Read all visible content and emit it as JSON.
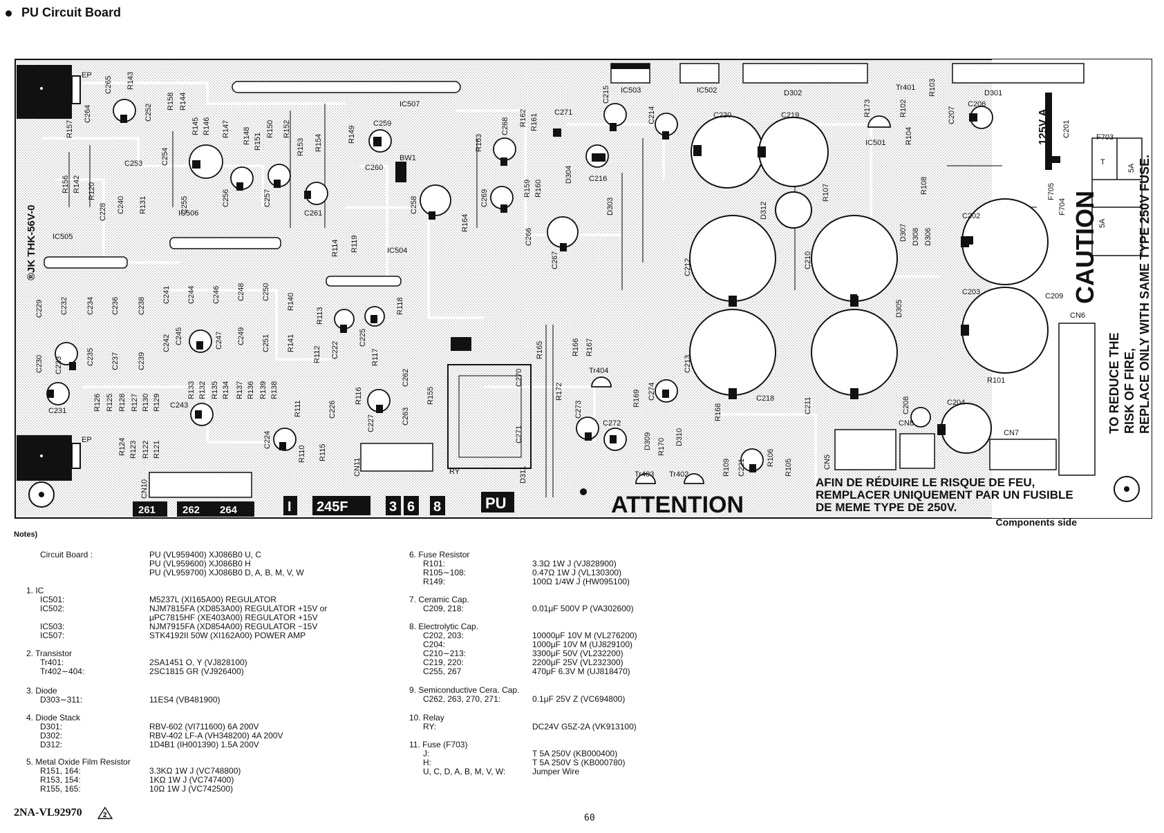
{
  "title": "PU Circuit Board",
  "board": {
    "ep_top": "EP",
    "ep_bottom": "EP",
    "board_code": "®JK THK-56V-0",
    "caution": "CAUTION",
    "warning_en_1": "TO REDUCE THE",
    "warning_en_2": "RISK OF FIRE,",
    "warning_en_3": "REPLACE ONLY WITH SAME TYPE 250V FUSE.",
    "warning_fr_1": "AFIN DE RÉDUIRE LE RISQUE DE FEU,",
    "warning_fr_2": "REMPLACER UNIQUEMENT PAR UN FUSIBLE",
    "warning_fr_3": "DE MEME TYPE DE 250V.",
    "attention": "ATTENTION",
    "fuse_rating": "125V A",
    "fuse_t": "T",
    "fuse_5a_1": "5A",
    "fuse_5a_2": "5A",
    "codes": [
      "261",
      "262",
      "264",
      "I",
      "245F",
      "3",
      "6",
      "8",
      "PU"
    ],
    "labels": [
      "IC507",
      "IC503",
      "IC502",
      "D302",
      "D301",
      "Tr401",
      "R173",
      "R102",
      "R103",
      "C206",
      "C271",
      "C215",
      "C214",
      "C220",
      "C219",
      "C207",
      "C201",
      "F703",
      "R143",
      "C265",
      "C264",
      "C252",
      "R158",
      "R144",
      "R157",
      "R145",
      "R146",
      "R147",
      "R148",
      "R150",
      "R151",
      "R152",
      "R153",
      "R154",
      "R149",
      "C259",
      "C268",
      "R162",
      "R161",
      "R163",
      "IC501",
      "R104",
      "C253",
      "C254",
      "C255",
      "C256",
      "C257",
      "C261",
      "C260",
      "BW1",
      "C258",
      "C269",
      "R159",
      "R160",
      "C216",
      "D304",
      "D303",
      "D312",
      "R107",
      "R108",
      "F705",
      "F704",
      "R156",
      "R142",
      "R120",
      "C228",
      "C240",
      "R131",
      "IC506",
      "IC505",
      "R164",
      "C266",
      "C267",
      "C212",
      "C210",
      "D307",
      "D308",
      "D306",
      "C202",
      "IC504",
      "R114",
      "R119",
      "C229",
      "C232",
      "C234",
      "C236",
      "C238",
      "C241",
      "C244",
      "C246",
      "C248",
      "C250",
      "R140",
      "R118",
      "R113",
      "D305",
      "C209",
      "C203",
      "CN6",
      "C230",
      "C233",
      "C235",
      "C237",
      "C239",
      "C242",
      "C245",
      "C247",
      "C249",
      "C251",
      "R141",
      "C222",
      "C225",
      "R112",
      "R117",
      "R165",
      "R166",
      "R167",
      "Tr404",
      "C213",
      "C211",
      "R101",
      "C231",
      "R126",
      "R125",
      "R128",
      "R127",
      "R130",
      "R129",
      "R133",
      "R132",
      "R135",
      "R134",
      "R137",
      "R136",
      "R139",
      "R138",
      "R111",
      "R116",
      "C226",
      "C262",
      "C263",
      "R155",
      "C270",
      "C271",
      "R172",
      "C273",
      "C272",
      "R169",
      "R170",
      "C274",
      "R168",
      "C218",
      "C208",
      "C204",
      "CN8",
      "CN5",
      "CN7",
      "C243",
      "C227",
      "C224",
      "R110",
      "R115",
      "CN11",
      "RY",
      "D311",
      "D309",
      "D310",
      "Tr403",
      "Tr402",
      "R109",
      "C221",
      "R106",
      "R105",
      "R124",
      "R123",
      "R122",
      "R121",
      "CN10"
    ],
    "components_side": "Components side"
  },
  "notes": {
    "heading": "Notes)",
    "circuit_board_label": "Circuit Board :",
    "circuit_board_lines": [
      "PU (VL959400) XJ086B0 U, C",
      "PU (VL959600) XJ086B0 H",
      "PU (VL959700) XJ086B0 D, A, B, M, V, W"
    ],
    "left": [
      {
        "head": "1.  IC",
        "rows": [
          [
            "IC501:",
            "M5237L (XI165A00) REGULATOR"
          ],
          [
            "IC502:",
            "NJM7815FA (XD853A00) REGULATOR +15V or"
          ],
          [
            "",
            "μPC7815HF (XE403A00) REGULATOR +15V"
          ],
          [
            "IC503:",
            "NJM7915FA (XD854A00) REGULATOR −15V"
          ],
          [
            "IC507:",
            "STK4192II 50W (XI162A00) POWER AMP"
          ]
        ]
      },
      {
        "head": "2.  Transistor",
        "rows": [
          [
            "Tr401:",
            "2SA1451 O, Y (VJ828100)"
          ],
          [
            "Tr402∼404:",
            "2SC1815 GR (VJ926400)"
          ]
        ]
      },
      {
        "head": "3.  Diode",
        "rows": [
          [
            "D303∼311:",
            "11ES4 (VB481900)"
          ]
        ]
      },
      {
        "head": "4.  Diode Stack",
        "rows": [
          [
            "D301:",
            "RBV-602 (VI711600) 6A 200V"
          ],
          [
            "D302:",
            "RBV-402 LF-A (VH348200) 4A 200V"
          ],
          [
            "D312:",
            "1D4B1 (IH001390) 1.5A 200V"
          ]
        ]
      },
      {
        "head": "5.  Metal Oxide Film Resistor",
        "rows": [
          [
            "R151, 164:",
            "3.3KΩ 1W J (VC748800)"
          ],
          [
            "R153, 154:",
            "1KΩ 1W J (VC747400)"
          ],
          [
            "R155, 165:",
            "10Ω 1W J (VC742500)"
          ]
        ]
      }
    ],
    "right": [
      {
        "head": "6.  Fuse Resistor",
        "rows": [
          [
            "R101:",
            "3.3Ω 1W J (VJ828900)"
          ],
          [
            "R105∼108:",
            "0.47Ω 1W J (VL130300)"
          ],
          [
            "R149:",
            "100Ω 1/4W J (HW095100)"
          ]
        ]
      },
      {
        "head": "7.  Ceramic Cap.",
        "rows": [
          [
            "C209, 218:",
            "0.01μF 500V P (VA302600)"
          ]
        ]
      },
      {
        "head": "8.  Electrolytic Cap.",
        "rows": [
          [
            "C202, 203:",
            "10000μF 10V M (VL276200)"
          ],
          [
            "C204:",
            "1000μF 10V M (UJ829100)"
          ],
          [
            "C210∼213:",
            "3300μF 50V (VL232200)"
          ],
          [
            "C219, 220:",
            "2200μF 25V (VL232300)"
          ],
          [
            "C255, 267",
            "470μF 6.3V M (UJ818470)"
          ]
        ]
      },
      {
        "head": "9.  Semiconductive Cera. Cap.",
        "rows": [
          [
            "C262, 263, 270, 271:",
            "0.1μF 25V Z (VC694800)"
          ]
        ]
      },
      {
        "head": "10. Relay",
        "rows": [
          [
            "RY:",
            "DC24V G5Z-2A (VK913100)"
          ]
        ]
      },
      {
        "head": "11. Fuse (F703)",
        "rows": [
          [
            "J:",
            "T 5A 250V (KB000400)"
          ],
          [
            "H:",
            "T 5A 250V S (KB000780)"
          ],
          [
            "U, C, D, A, B, M, V, W:",
            "Jumper Wire"
          ]
        ]
      }
    ]
  },
  "doc_code": "2NA-VL92970",
  "doc_mark": "2",
  "page_number": "60"
}
